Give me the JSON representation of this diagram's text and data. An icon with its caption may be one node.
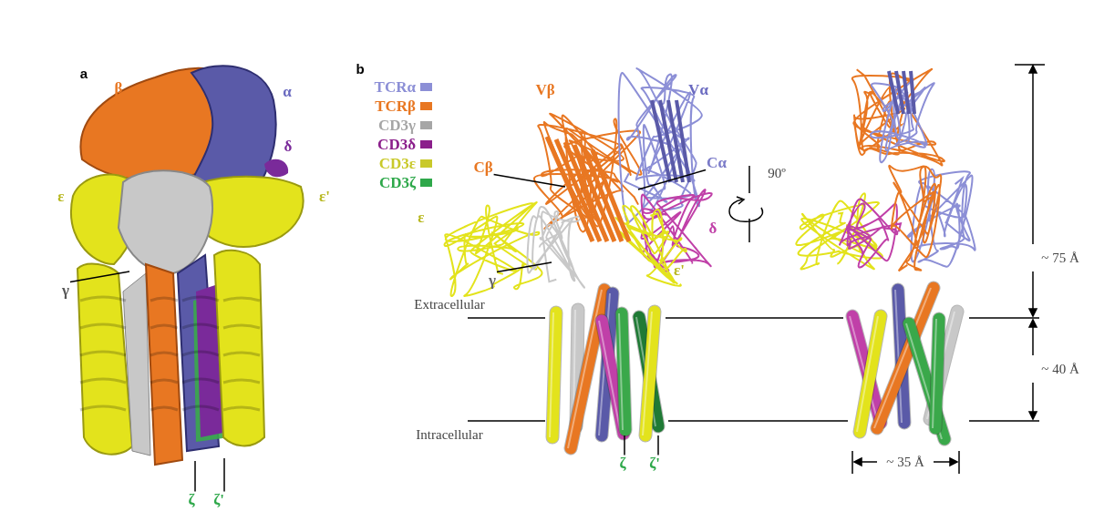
{
  "diagram": {
    "nodes": [
      {
        "text": [
          "γ"
        ]
      },
      {
        "text": [
          "ζ"
        ]
      },
      {
        "text": [
          "ζ'"
        ]
      },
      {
        "text": [
          "Cβ"
        ]
      },
      {
        "text": [
          "Cα"
        ]
      },
      {
        "text": [
          "γ"
        ]
      },
      {
        "text": [
          "ζ"
        ]
      },
      {
        "text": [
          "ζ'"
        ]
      }
    ],
    "edges": [
      {
        "from": 0,
        "to": null,
        "arrow": "none"
      },
      {
        "from": 1,
        "to": null,
        "arrow": "none"
      },
      {
        "from": 2,
        "to": null,
        "arrow": "none"
      },
      {
        "from": 3,
        "to": null,
        "arrow": "none"
      },
      {
        "from": 4,
        "to": null,
        "arrow": "none"
      },
      {
        "from": 5,
        "to": null,
        "arrow": "none"
      },
      {
        "from": 6,
        "to": null,
        "arrow": "none"
      },
      {
        "from": 7,
        "to": null,
        "arrow": "none"
      }
    ],
    "labels": [
      "a",
      "β",
      "α",
      "δ",
      "ε",
      "ε'",
      "b",
      "Vβ",
      "Vα",
      "ε",
      "δ",
      "ε'",
      "Extracellular",
      "Intracellular",
      "90º",
      "~ 75 Å",
      "~ 40 Å",
      "~ 35 Å"
    ],
    "legend": [
      {
        "text": "TCRα",
        "color": "#8c8fd6"
      },
      {
        "text": "TCRβ",
        "color": "#e87722"
      },
      {
        "text": "CD3γ",
        "color": "#a6a6a6"
      },
      {
        "text": "CD3δ",
        "color": "#8b1f8b"
      },
      {
        "text": "CD3ε",
        "color": "#c9c92a"
      },
      {
        "text": "CD3ζ",
        "color": "#2ea84a"
      }
    ]
  }
}
